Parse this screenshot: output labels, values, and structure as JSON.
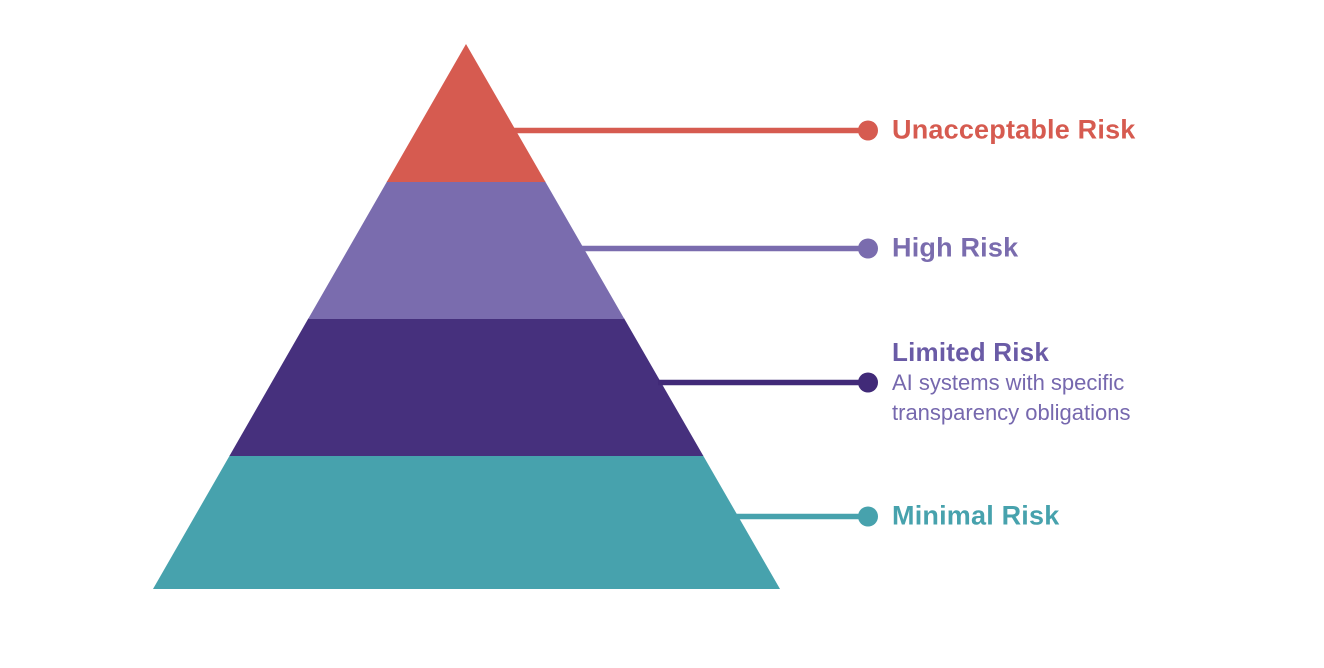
{
  "canvas": {
    "background": "#ffffff"
  },
  "pyramid": {
    "name": "ai-risk-pyramid",
    "levels": [
      {
        "label": "Unacceptable Risk",
        "band_color": "#d65b50",
        "line_color": "#d65b50",
        "label_color": "#d65b50"
      },
      {
        "label": "High Risk",
        "band_color": "#7a6cae",
        "line_color": "#7a6cae",
        "label_color": "#7a6cae"
      },
      {
        "label": "Limited Risk",
        "band_color": "#46307d",
        "line_color": "#412a78",
        "label_color": "#6a5ba6",
        "description_color": "#7668ae",
        "description_lines": [
          "AI systems with specific",
          "transparency obligations"
        ]
      },
      {
        "label": "Minimal Risk",
        "band_color": "#47a2ad",
        "line_color": "#47a2ad",
        "label_color": "#47a2ad"
      }
    ]
  }
}
